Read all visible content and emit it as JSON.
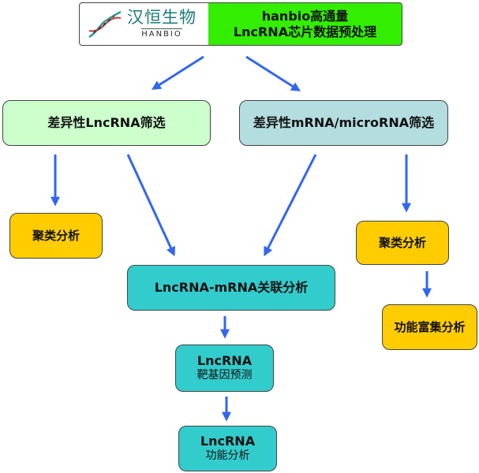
{
  "header": {
    "logo_cn": "汉恒生物",
    "logo_en": "HANBIO",
    "title_line1": "hanbio高通量",
    "title_line2": "LncRNA芯片数据预处理"
  },
  "nodes": {
    "lncrna_filter": "差异性LncRNA筛选",
    "mrna_filter": "差异性mRNA/microRNA筛选",
    "cluster_left": "聚类分析",
    "cluster_right": "聚类分析",
    "enrichment": "功能富集分析",
    "association": "LncRNA-mRNA关联分析",
    "target_line1": "LncRNA",
    "target_line2": "靶基因预测",
    "function_line1": "LncRNA",
    "function_line2": "功能分析"
  },
  "colors": {
    "header": "#33ee00",
    "lncrna_filter": "#ccffcc",
    "mrna_filter": "#b4dde0",
    "cluster": "#ffcc00",
    "teal": "#33cccc",
    "arrow": "#3366ee"
  },
  "icons": {
    "logo_mark": "dna-helix-icon"
  }
}
